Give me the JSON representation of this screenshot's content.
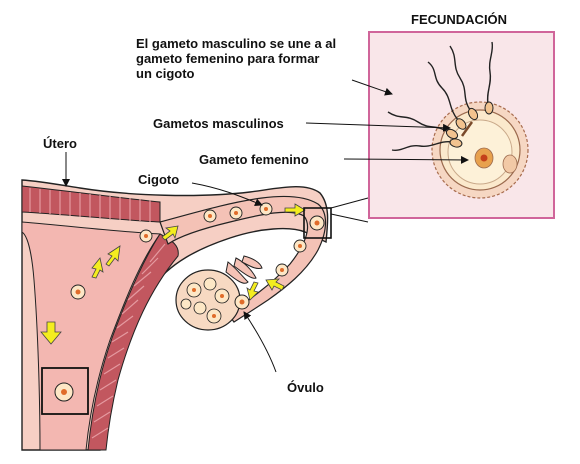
{
  "title": "FECUNDACIÓN",
  "labels": {
    "union": "El gameto masculino se une a al\ngameto femenino para formar\nun cigoto",
    "male_gametes": "Gametos masculinos",
    "female_gamete": "Gameto femenino",
    "uterus": "Útero",
    "zygote": "Cigoto",
    "ovum": "Óvulo"
  },
  "colors": {
    "uterus_fill": "#f6cfc4",
    "muscle_dark": "#c2575f",
    "muscle_light": "#e59aa0",
    "tube_fill": "#f4c2b6",
    "ovary_fill": "#f7d9c2",
    "inset_border": "#d0659a",
    "inset_fill": "#f9e6e9",
    "arrow": "#f4ed1f",
    "cell": "#fde7c6",
    "nucleus": "#e06c2a"
  },
  "icons": [
    "sperm-icon",
    "zygote-icon",
    "ovum-icon",
    "yellow-arrow-icon"
  ]
}
